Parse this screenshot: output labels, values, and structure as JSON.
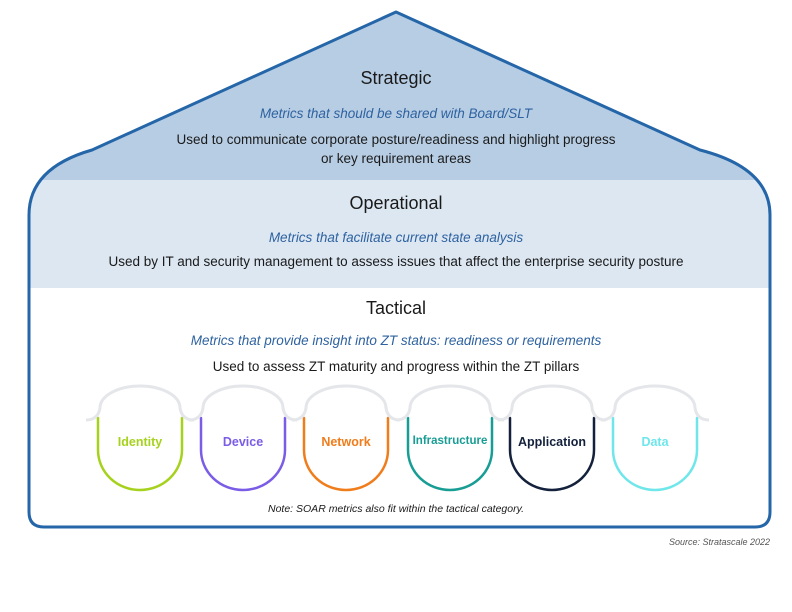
{
  "strategic": {
    "title": "Strategic",
    "subtitle": "Metrics that should be shared with Board/SLT",
    "description_line1": "Used to communicate corporate posture/readiness and highlight progress",
    "description_line2": "or key requirement areas",
    "color": "#b7cde4"
  },
  "operational": {
    "title": "Operational",
    "subtitle": "Metrics that facilitate current state analysis",
    "description": "Used by IT and security management to assess issues that affect the enterprise security posture",
    "color": "#dce7f2"
  },
  "tactical": {
    "title": "Tactical",
    "subtitle": "Metrics that provide insight into ZT status: readiness or requirements",
    "description": "Used to assess ZT maturity and progress within the ZT pillars"
  },
  "pillars": [
    {
      "label": "Identity",
      "color": "#a6d21e"
    },
    {
      "label": "Device",
      "color": "#7b5ce6"
    },
    {
      "label": "Network",
      "color": "#f07d1c"
    },
    {
      "label": "Infrastructure",
      "color": "#179d94"
    },
    {
      "label": "Application",
      "color": "#13213c"
    },
    {
      "label": "Data",
      "color": "#6fe6ea"
    }
  ],
  "note": "Note: SOAR metrics also fit within the tactical category.",
  "source": "Source: Stratascale 2022",
  "border_color": "#2566a9"
}
